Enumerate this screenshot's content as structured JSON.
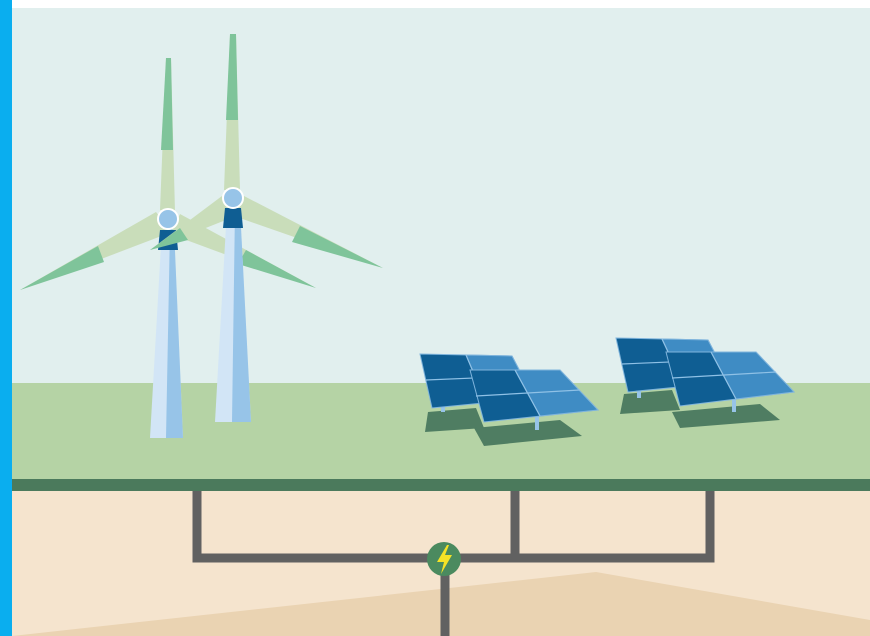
{
  "scene": {
    "description_tags": [
      "wind-turbine",
      "solar-panel",
      "power-grid",
      "lightning-bolt"
    ],
    "colors": {
      "accent_bar": "#0aaeef",
      "sky": "#e1efee",
      "grass": "#b5d3a5",
      "ground_line": "#4b7a5c",
      "soil": "#f5e4ce",
      "soil_dark": "#ead3b2",
      "cable": "#616161",
      "bolt_badge": "#4b8a5f",
      "bolt": "#f6e326",
      "turbine_light": "#d2e5f6",
      "turbine_mid": "#97c4e8",
      "blade_light": "#c9ddba",
      "blade_dark": "#7fc49a",
      "panel_dark": "#0f5e93",
      "panel_light": "#3f8cc4",
      "panel_shadow": "#4f7d62"
    }
  }
}
